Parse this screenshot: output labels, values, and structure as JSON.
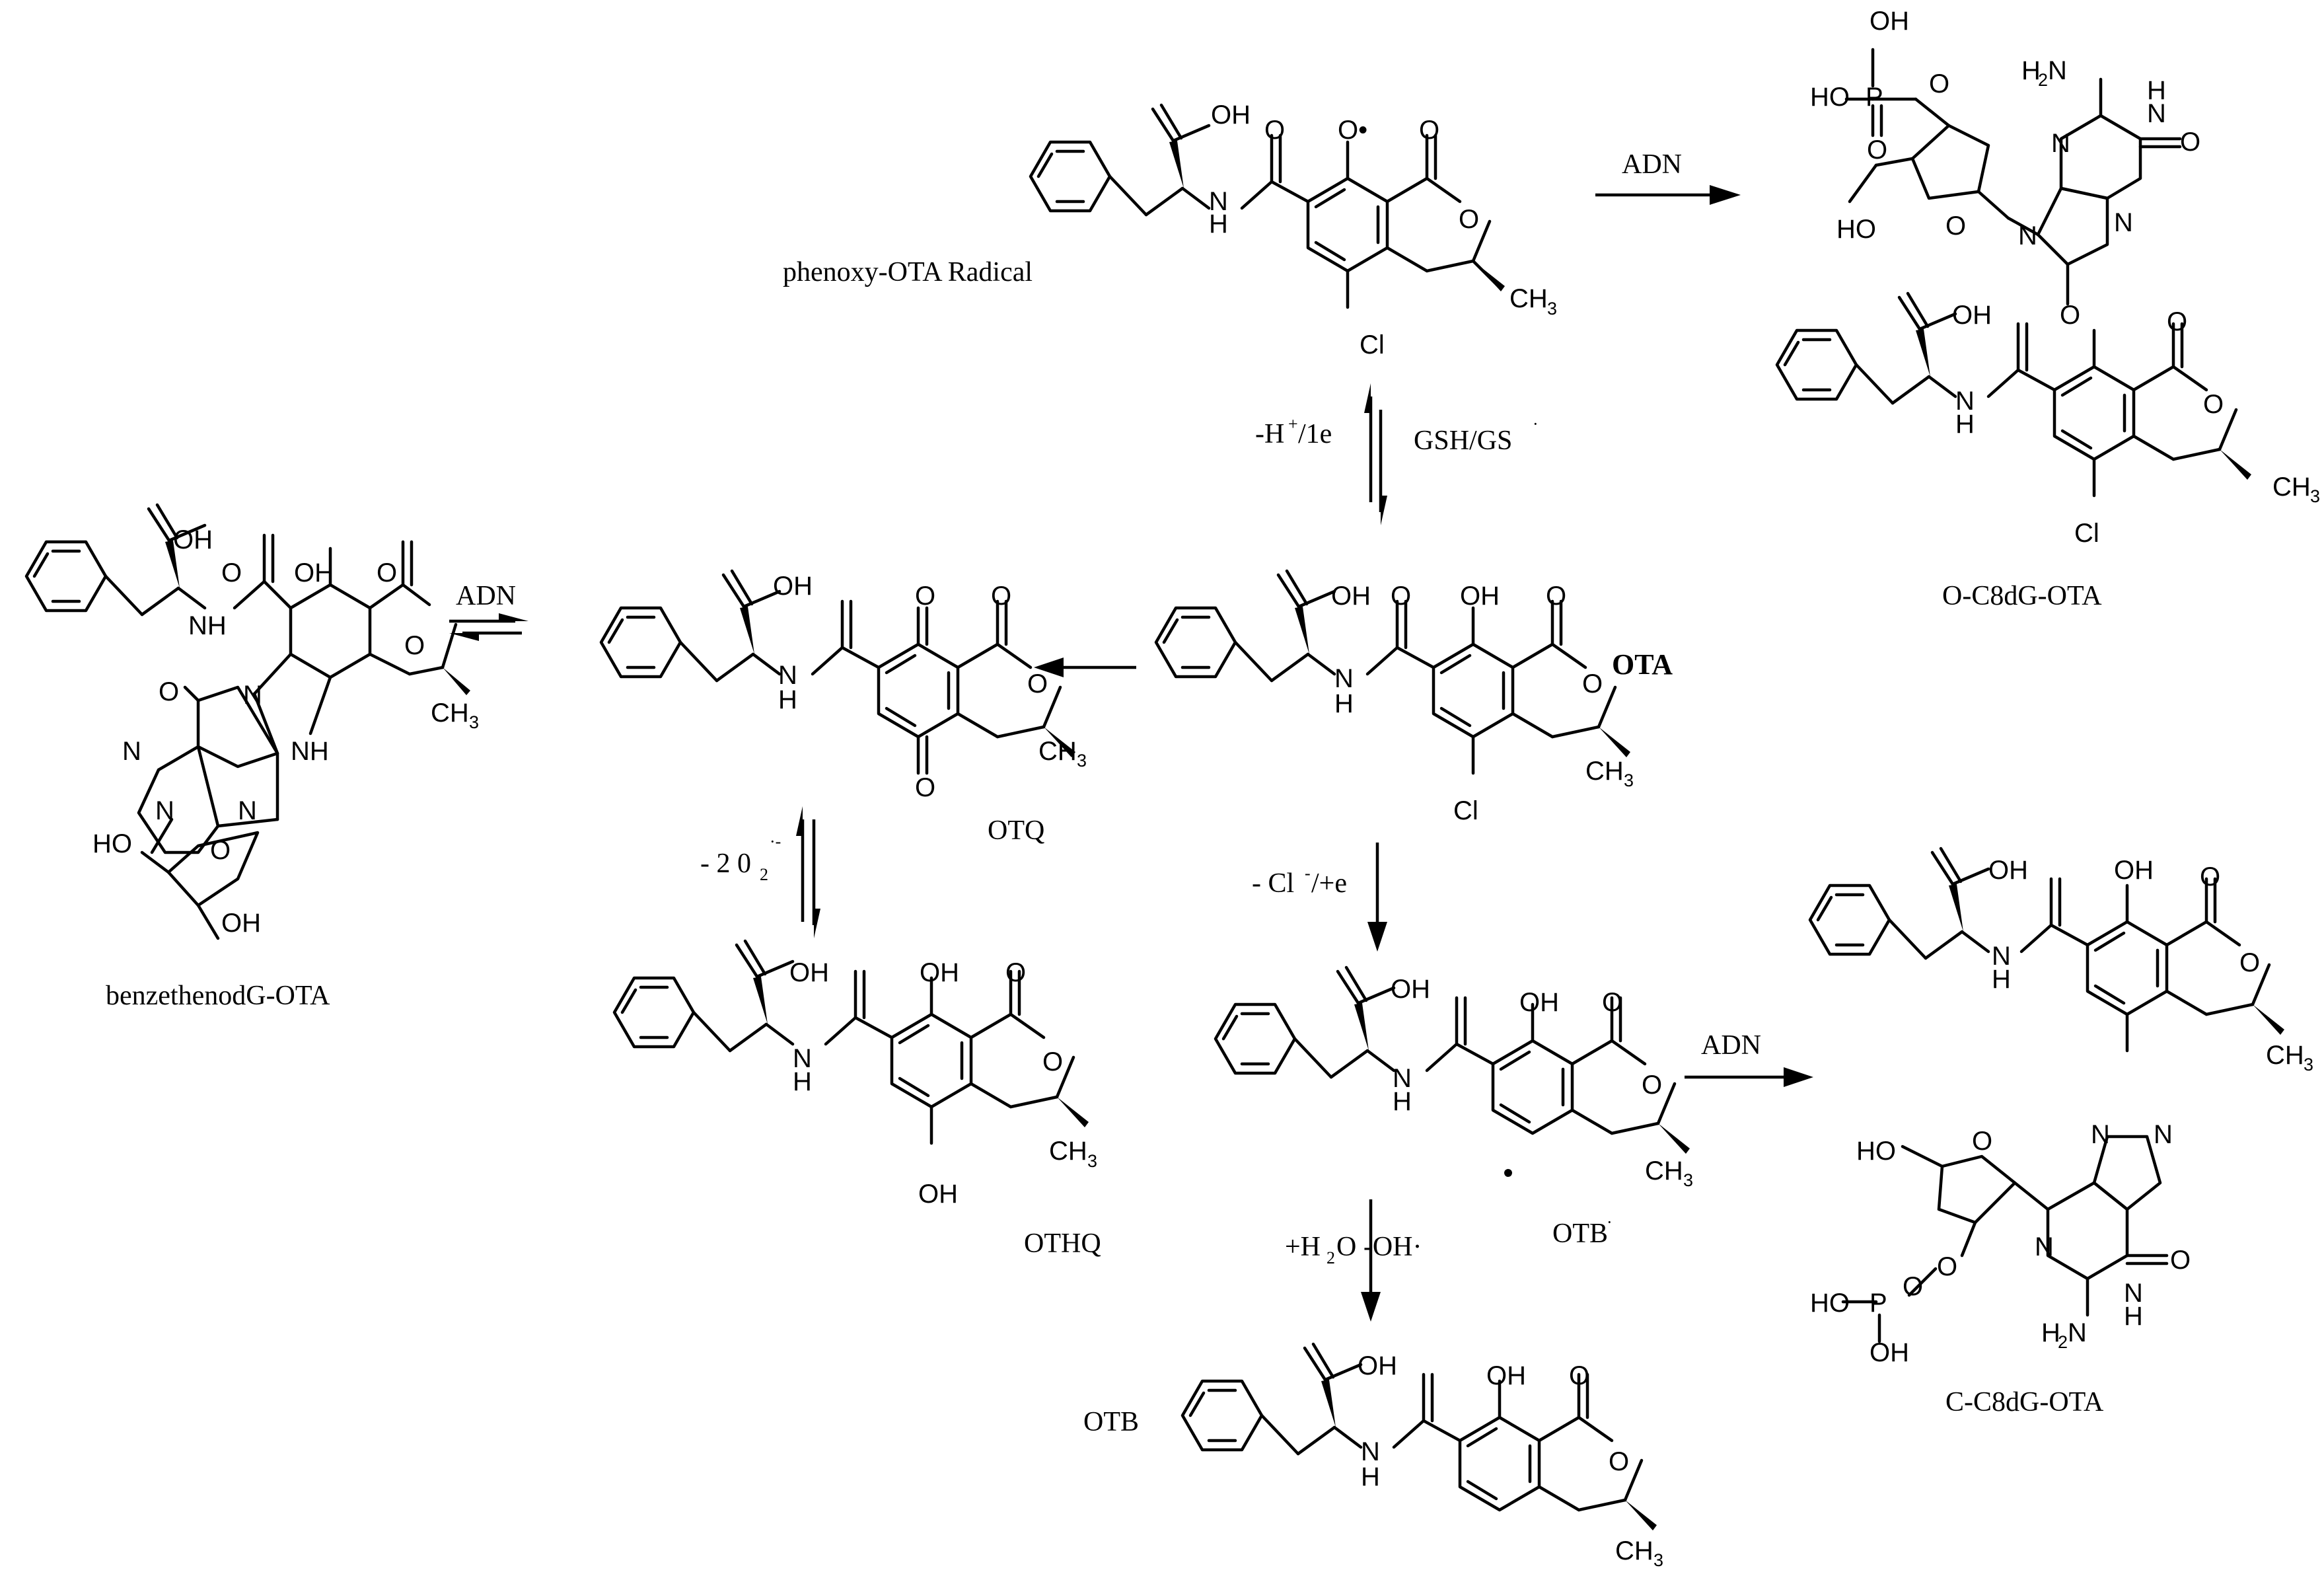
{
  "compounds": {
    "phenoxy_radical": "phenoxy-OTA Radical",
    "ota": "OTA",
    "otq": "OTQ",
    "othq": "OTHQ",
    "otb_radical": "OTB",
    "otb": "OTB",
    "o_c8dg": "O-C8dG-OTA",
    "c_c8dg": "C-C8dG-OTA",
    "benzetheno": "benzethenodG-OTA"
  },
  "conditions": {
    "adn": "ADN",
    "h_loss_a": "-H",
    "h_loss_b": "/1e",
    "gsh": "GSH/GS",
    "cl_loss_a": "- Cl",
    "cl_loss_b": "/+e",
    "superoxide_a": "- 2 0",
    "superoxide_sub": "2",
    "water_a": "+H",
    "water_sub": "2",
    "water_b": "O  -OH·",
    "plus_sup": "+",
    "minus_sup": "-",
    "dot_sup": "·",
    "radical_dot_minus": "·-"
  },
  "atoms": {
    "oh": "OH",
    "o": "O",
    "nh": "NH",
    "h": "H",
    "n": "N",
    "cl": "Cl",
    "ch": "CH",
    "three": "3",
    "two": "2",
    "p": "P",
    "ho": "HO",
    "hn": "H",
    "o_radical": "O•"
  }
}
